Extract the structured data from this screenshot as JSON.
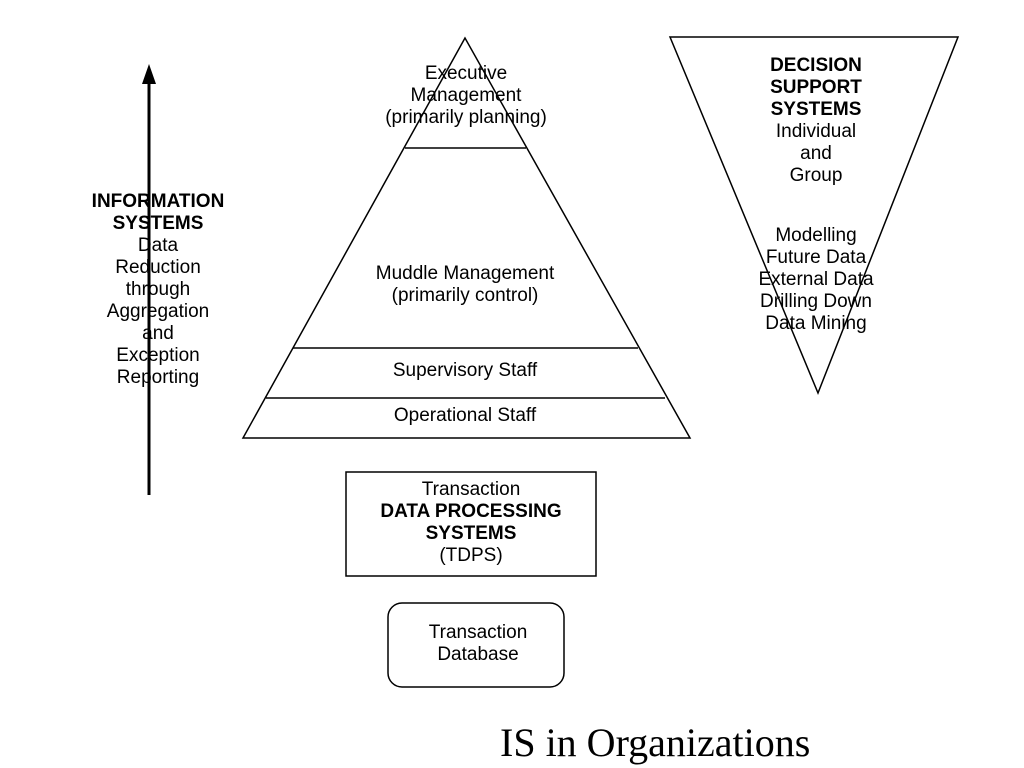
{
  "title": "IS in Organizations",
  "information_systems": {
    "heading": [
      "INFORMATION",
      "SYSTEMS"
    ],
    "lines": [
      "Data",
      "Reduction",
      "through",
      "Aggregation",
      "and",
      "Exception",
      "Reporting"
    ]
  },
  "pyramid": {
    "executive": [
      "Executive",
      "Management",
      "(primarily planning)"
    ],
    "middle": [
      "Muddle Management",
      "(primarily control)"
    ],
    "supervisory": "Supervisory Staff",
    "operational": "Operational Staff"
  },
  "decision_support": {
    "heading": [
      "DECISION",
      "SUPPORT",
      "SYSTEMS"
    ],
    "lines": [
      "Individual",
      "and",
      "Group"
    ],
    "features": [
      "Modelling",
      "Future Data",
      "External Data",
      "Drilling Down",
      "Data Mining"
    ]
  },
  "tdps": {
    "line1": "Transaction",
    "heading": [
      "DATA PROCESSING",
      "SYSTEMS"
    ],
    "abbr": "(TDPS)"
  },
  "transaction_database": [
    "Transaction",
    "Database"
  ]
}
